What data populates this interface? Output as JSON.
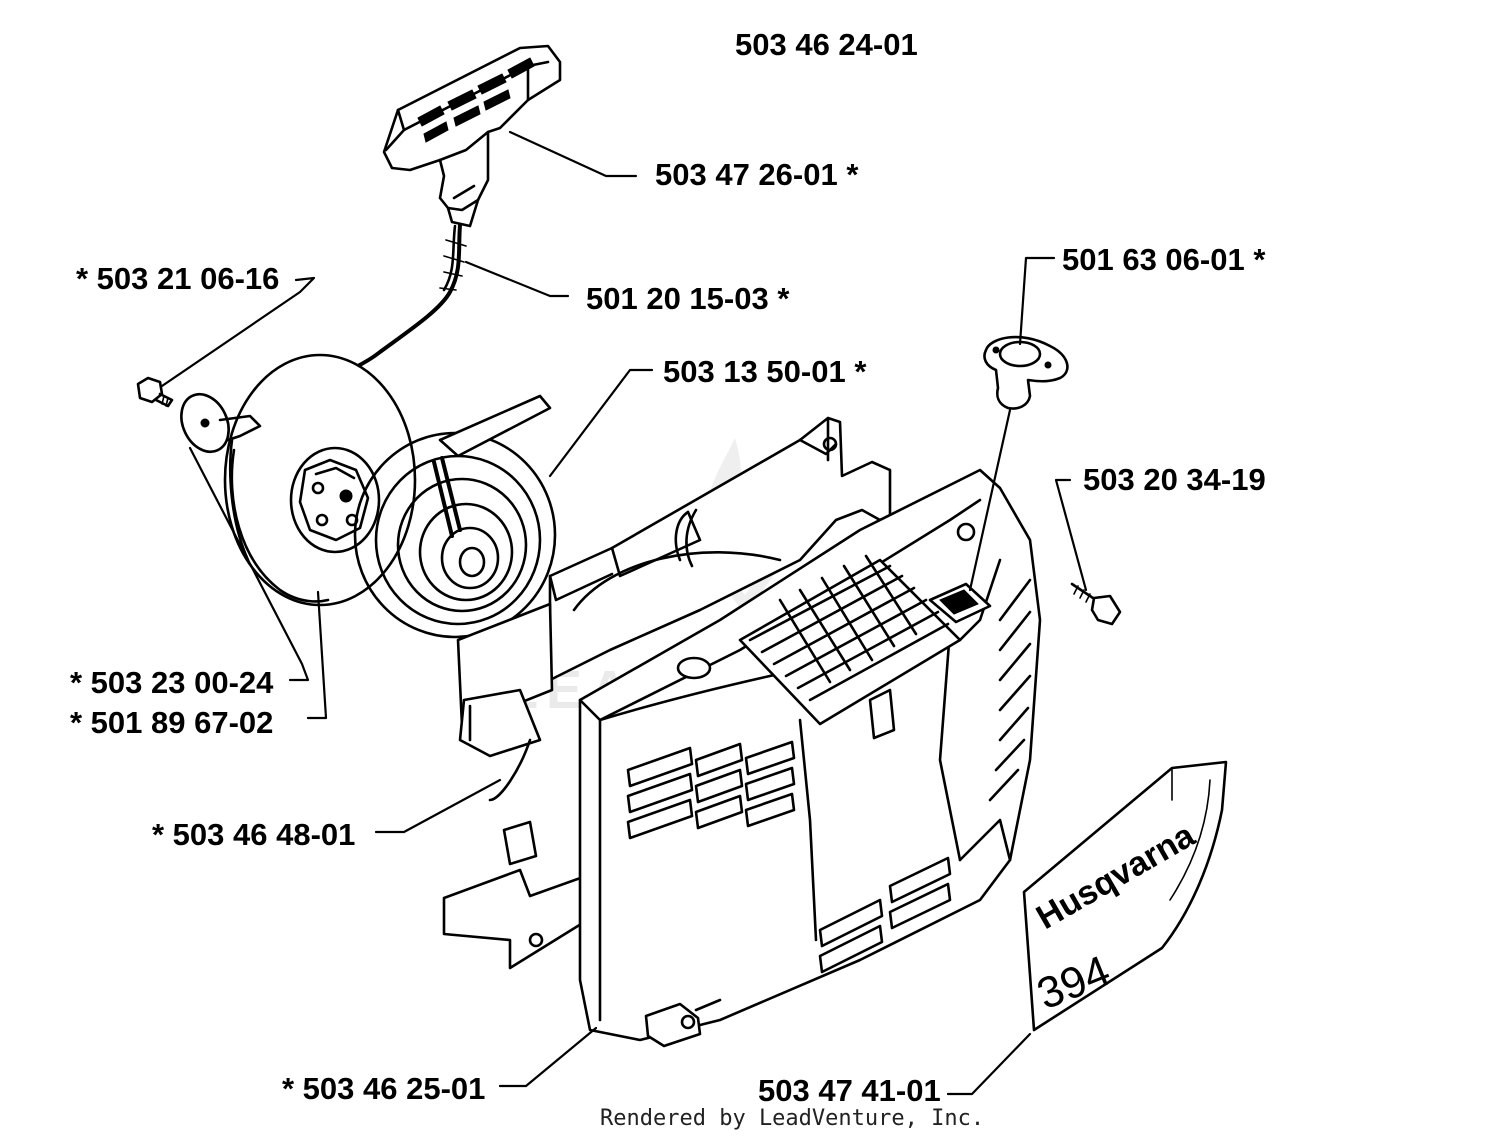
{
  "diagram": {
    "assembly_number": "503 46 24-01",
    "footer": "Rendered by LeadVenture, Inc.",
    "watermark": "LEADVENTURE",
    "decal": {
      "brand": "Husqvarna",
      "model": "394"
    },
    "parts": [
      {
        "id": "p1",
        "label": "503 47 26-01  *"
      },
      {
        "id": "p2",
        "label": "*  503 21 06-16"
      },
      {
        "id": "p3",
        "label": "501 20 15-03  *"
      },
      {
        "id": "p4",
        "label": "501 63 06-01  *"
      },
      {
        "id": "p5",
        "label": "503 13 50-01  *"
      },
      {
        "id": "p6",
        "label": "503 20 34-19"
      },
      {
        "id": "p7",
        "label": "*  503 23 00-24"
      },
      {
        "id": "p8",
        "label": "*  501 89 67-02"
      },
      {
        "id": "p9",
        "label": "*  503 46 48-01"
      },
      {
        "id": "p10",
        "label": "*  503 46 25-01"
      },
      {
        "id": "p11",
        "label": "503 47 41-01"
      }
    ]
  }
}
